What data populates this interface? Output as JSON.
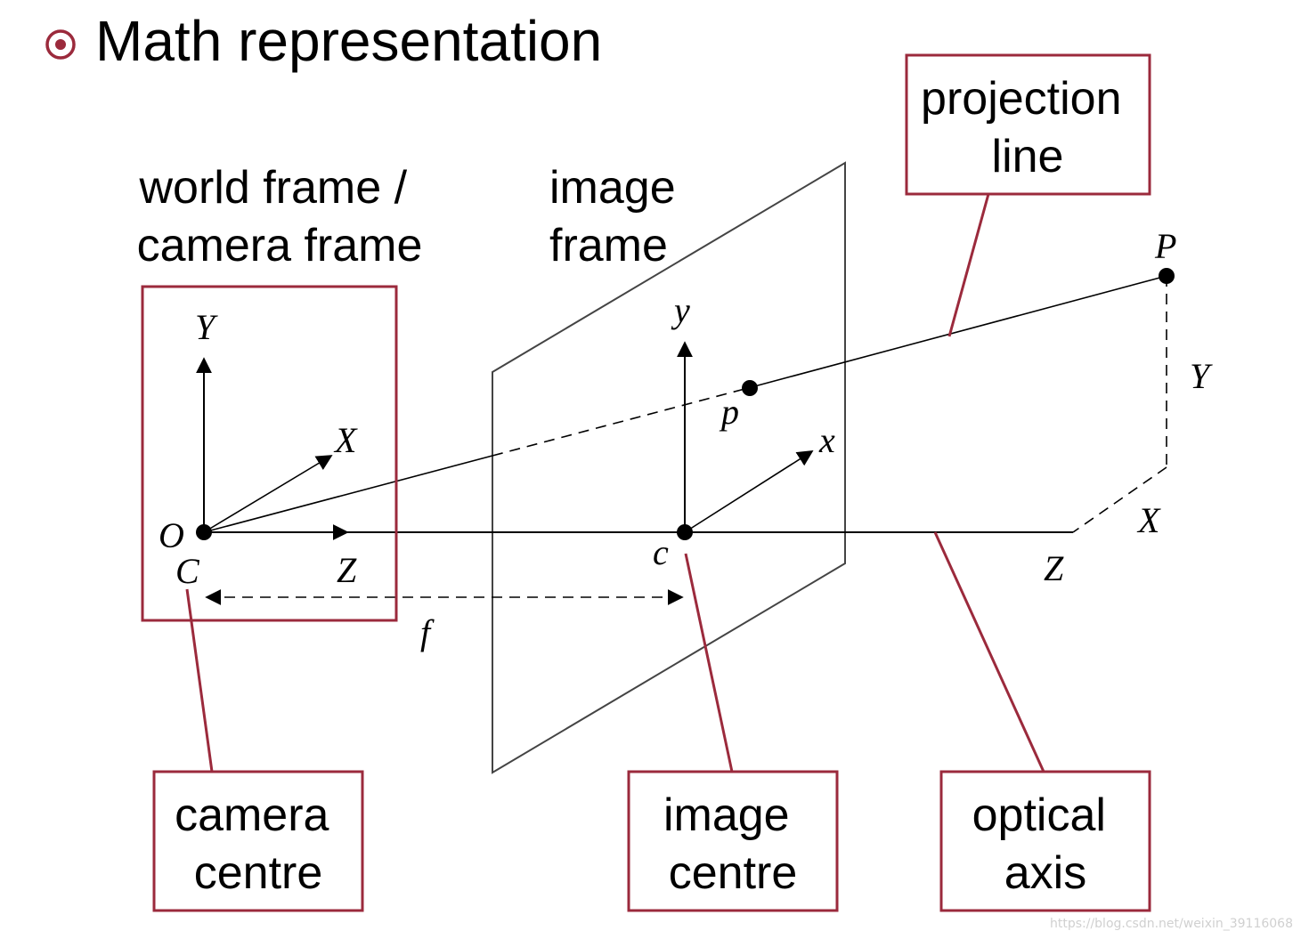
{
  "title": "Math representation",
  "colors": {
    "accent": "#9b2a3c",
    "line": "#000000"
  },
  "bullet_icon": "circled-dot-icon",
  "frames": {
    "world_camera_frame": [
      "world frame /",
      "camera frame"
    ],
    "image_frame": [
      "image",
      "frame"
    ]
  },
  "callouts": {
    "projection_line": [
      "projection",
      "line"
    ],
    "camera_centre": [
      "camera",
      "centre"
    ],
    "image_centre": [
      "image",
      "centre"
    ],
    "optical_axis": [
      "optical",
      "axis"
    ]
  },
  "symbols": {
    "world_Y": "Y",
    "world_X": "X",
    "world_Z": "Z",
    "origin_O": "O",
    "centre_C": "C",
    "image_y": "y",
    "image_x": "x",
    "image_centre_c": "c",
    "image_point_p": "p",
    "world_point_P": "P",
    "point_Y": "Y",
    "point_X": "X",
    "point_Z": "Z",
    "focal_f": "f"
  },
  "watermark": "https://blog.csdn.net/weixin_39116068"
}
